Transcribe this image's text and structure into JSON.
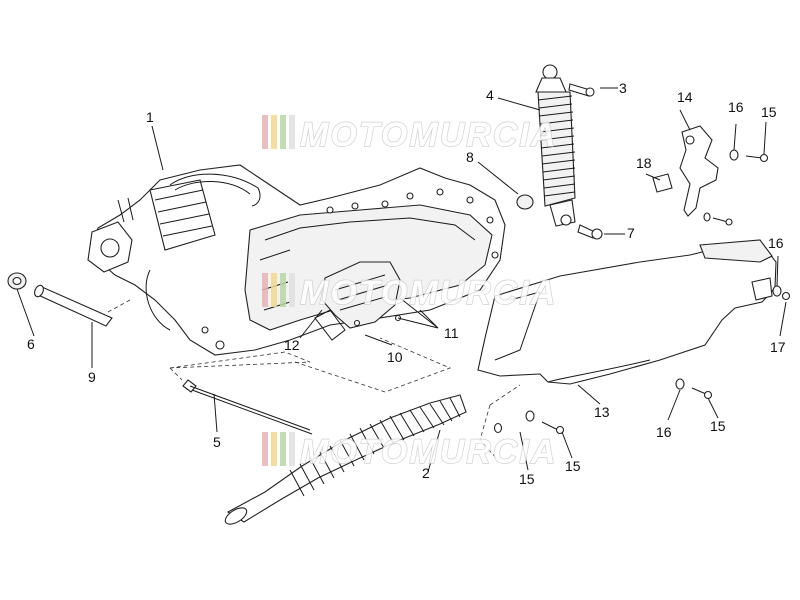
{
  "diagram": {
    "watermark": {
      "text": "MOTOMURCIA",
      "stripe_colors": [
        "#e8b4b4",
        "#f1d98a",
        "#b8d8a8",
        "#e0e0e0"
      ]
    },
    "callouts": [
      {
        "id": "c1",
        "label": "1"
      },
      {
        "id": "c2",
        "label": "2"
      },
      {
        "id": "c3",
        "label": "3"
      },
      {
        "id": "c4",
        "label": "4"
      },
      {
        "id": "c5",
        "label": "5"
      },
      {
        "id": "c6",
        "label": "6"
      },
      {
        "id": "c7",
        "label": "7"
      },
      {
        "id": "c8",
        "label": "8"
      },
      {
        "id": "c9",
        "label": "9"
      },
      {
        "id": "c10",
        "label": "10"
      },
      {
        "id": "c11",
        "label": "11"
      },
      {
        "id": "c12",
        "label": "12"
      },
      {
        "id": "c13",
        "label": "13"
      },
      {
        "id": "c14",
        "label": "14"
      },
      {
        "id": "c15a",
        "label": "15"
      },
      {
        "id": "c15b",
        "label": "15"
      },
      {
        "id": "c15c",
        "label": "15"
      },
      {
        "id": "c15d",
        "label": "15"
      },
      {
        "id": "c16a",
        "label": "16"
      },
      {
        "id": "c16b",
        "label": "16"
      },
      {
        "id": "c16c",
        "label": "16"
      },
      {
        "id": "c17",
        "label": "17"
      },
      {
        "id": "c18",
        "label": "18"
      }
    ]
  }
}
